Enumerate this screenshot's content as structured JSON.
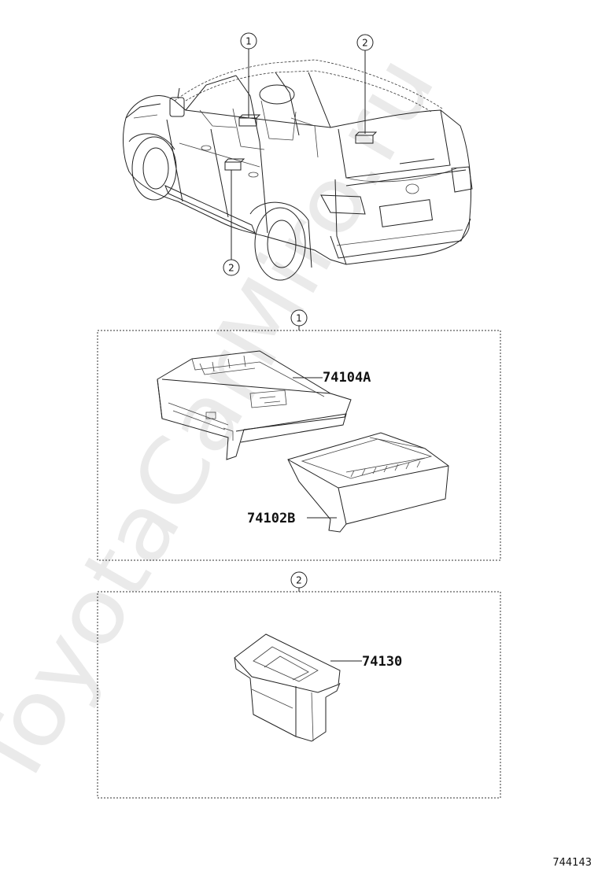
{
  "watermark": "ToyotaCarMiro.ru",
  "diagram_id": "744143",
  "callouts": {
    "vehicle_front": "1",
    "vehicle_rear": "2",
    "vehicle_door": "2",
    "section1": "1",
    "section2": "2"
  },
  "parts": {
    "upper_box": "74104A",
    "lower_box": "74102B",
    "rear_box": "74130"
  }
}
